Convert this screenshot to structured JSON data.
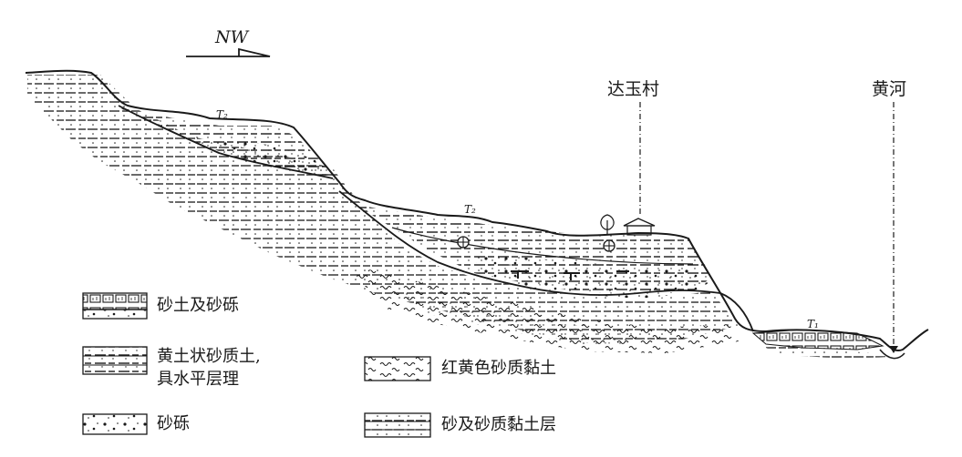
{
  "compass": {
    "text": "NW"
  },
  "terrace_labels": {
    "upper": "T₂",
    "middle": "T₂",
    "lower": "T₁"
  },
  "places": {
    "village": "达玉村",
    "river": "黄河"
  },
  "legend": {
    "sand_soil_gravel": "砂土及砂砾",
    "loess_like_line1": "黄土状砂质土,",
    "loess_like_line2": "具水平层理",
    "gravel": "砂砾",
    "red_yellow_clay": "红黄色砂质黏土",
    "sand_clay_layers": "砂及砂质黏土层"
  },
  "colors": {
    "ink": "#1a1a1a",
    "background": "#ffffff"
  }
}
